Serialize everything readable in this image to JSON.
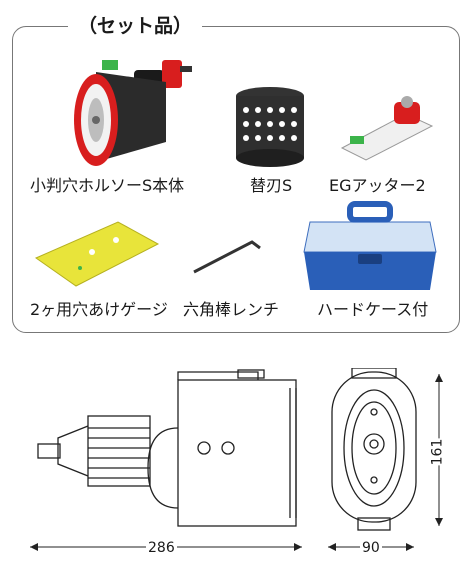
{
  "set": {
    "title": "（セット品）",
    "items": [
      {
        "label": "小判穴ホルソーS本体",
        "icon": "hole-saw-body"
      },
      {
        "label": "替刃S",
        "icon": "replacement-blade"
      },
      {
        "label": "EGアッター2",
        "icon": "eg-atter"
      },
      {
        "label": "2ヶ用穴あけゲージ",
        "icon": "drilling-gauge"
      },
      {
        "label": "六角棒レンチ",
        "icon": "hex-wrench"
      },
      {
        "label": "ハードケース付",
        "icon": "hard-case"
      }
    ]
  },
  "dimensions": {
    "length": "286",
    "width": "90",
    "height": "161"
  },
  "colors": {
    "body_red": "#d81e1e",
    "gauge_yellow": "#e8e43a",
    "case_blue": "#2a5fb8",
    "eg_green": "#3cb44a"
  }
}
